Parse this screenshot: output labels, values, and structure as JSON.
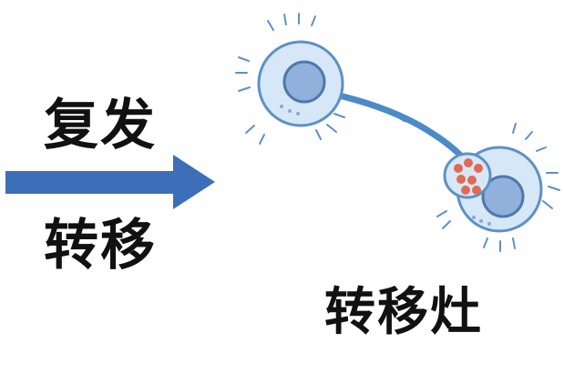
{
  "labels": {
    "recurrence": "复发",
    "metastasis": "转移",
    "metastatic_focus": "转移灶"
  },
  "colors": {
    "arrow": "#3d6fb8",
    "cell_fill": "#d6e8f7",
    "cell_stroke": "#5d90c7",
    "nucleus": "#8fb1dc",
    "nucleus_stroke": "#4f78ac",
    "tumor_cells": "#e06a55",
    "connector": "#4b8bc8"
  },
  "icons": {
    "arrow": "right-arrow-icon",
    "source_cell": "cell-icon",
    "target_cell": "metastatic-cell-icon"
  }
}
